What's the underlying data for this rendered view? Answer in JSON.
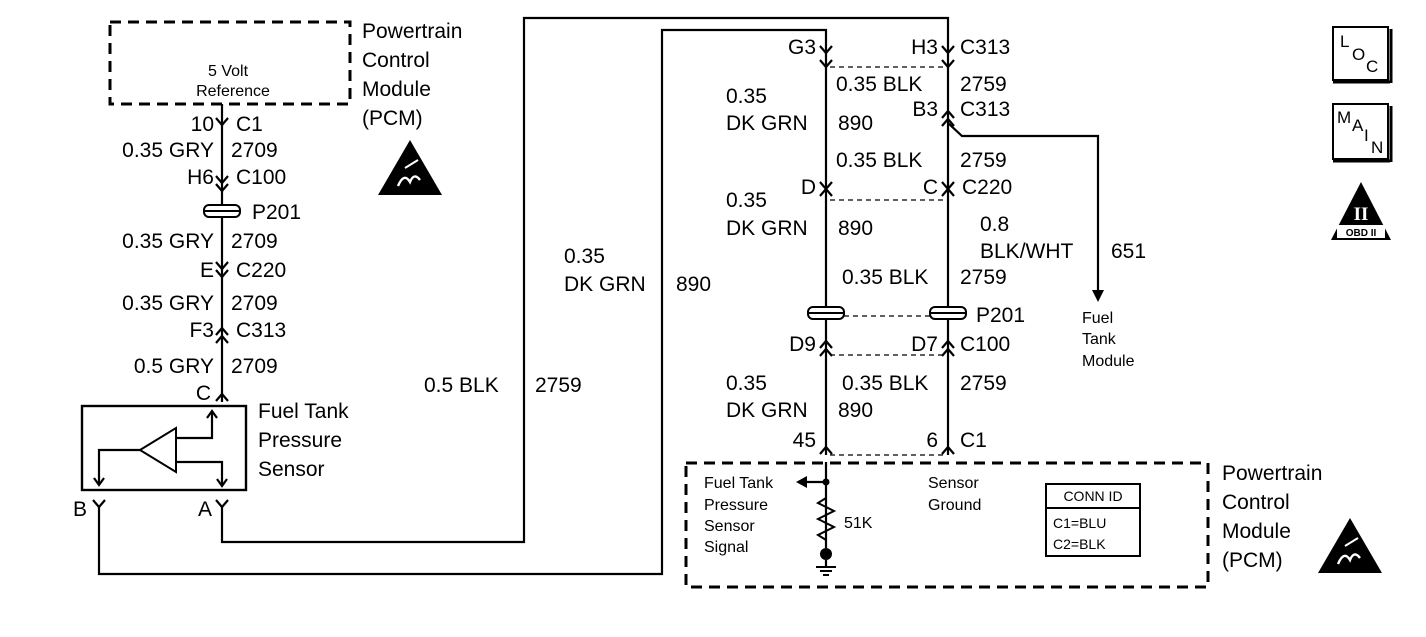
{
  "pcm_top": {
    "title_lines": [
      "Powertrain",
      "Control",
      "Module",
      "(PCM)"
    ],
    "ref_lines": [
      "5 Volt",
      "Reference"
    ]
  },
  "pcm_bottom": {
    "title_lines": [
      "Powertrain",
      "Control",
      "Module",
      "(PCM)"
    ],
    "sensor_signal_lines": [
      "Fuel Tank",
      "Pressure",
      "Sensor",
      "Signal"
    ],
    "sensor_ground_lines": [
      "Sensor",
      "Ground"
    ],
    "resistor": "51K",
    "conn_id": {
      "header": "CONN ID",
      "rows": [
        "C1=BLU",
        "C2=BLK"
      ]
    }
  },
  "sensor": {
    "name_lines": [
      "Fuel Tank",
      "Pressure",
      "Sensor"
    ],
    "pins": {
      "a": "A",
      "b": "B",
      "c": "C"
    }
  },
  "left_circuit": {
    "pin_10": "10",
    "conn_c1": "C1",
    "w1_gauge": "0.35 GRY",
    "w1_circuit": "2709",
    "pin_h6": "H6",
    "conn_c100": "C100",
    "splice": "P201",
    "w2_gauge": "0.35 GRY",
    "w2_circuit": "2709",
    "pin_e": "E",
    "conn_c220": "C220",
    "w3_gauge": "0.35 GRY",
    "w3_circuit": "2709",
    "pin_f3": "F3",
    "conn_c313": "C313",
    "w4_gauge": "0.5 GRY",
    "w4_circuit": "2709"
  },
  "long_wires": {
    "blk_gauge": "0.5 BLK",
    "blk_circuit": "2759",
    "grn_gauge_line1": "0.35",
    "grn_gauge_line2": "DK GRN",
    "grn_circuit": "890"
  },
  "green_column": {
    "pin_g3": "G3",
    "s1_gauge_line1": "0.35",
    "s1_gauge_line2": "DK GRN",
    "s1_circuit": "890",
    "pin_d": "D",
    "s2_gauge_line1": "0.35",
    "s2_gauge_line2": "DK GRN",
    "s2_circuit": "890",
    "pin_d9": "D9",
    "s3_gauge_line1": "0.35",
    "s3_gauge_line2": "DK GRN",
    "s3_circuit": "890",
    "pin_45": "45"
  },
  "black_column": {
    "pin_h3": "H3",
    "conn_c313_top": "C313",
    "s1_gauge": "0.35 BLK",
    "s1_circuit": "2759",
    "pin_b3": "B3",
    "conn_c313_b": "C313",
    "s2_gauge": "0.35 BLK",
    "s2_circuit": "2759",
    "pin_c": "C",
    "conn_c220": "C220",
    "s3_gauge": "0.35 BLK",
    "s3_circuit": "2759",
    "splice": "P201",
    "pin_d7": "D7",
    "conn_c100": "C100",
    "s4_gauge": "0.35 BLK",
    "s4_circuit": "2759",
    "pin_6": "6",
    "conn_c1": "C1"
  },
  "branch": {
    "gauge_line1": "0.8",
    "gauge_line2": "BLK/WHT",
    "circuit": "651",
    "dest_lines": [
      "Fuel",
      "Tank",
      "Module"
    ]
  },
  "icons": {
    "loc": [
      "L",
      "O",
      "C"
    ],
    "main": [
      "M",
      "A",
      "I",
      "N"
    ],
    "obd_numeral": "II",
    "obd_label": "OBD II"
  }
}
